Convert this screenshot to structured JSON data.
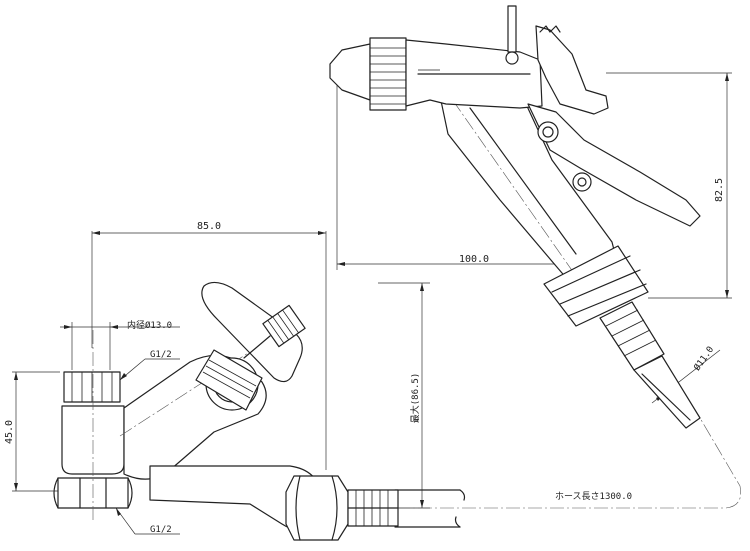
{
  "dimensions": {
    "width_85": "85.0",
    "inner_diameter": "内径Ø13.0",
    "thread_upper": "G1/2",
    "thread_lower": "G1/2",
    "height_45": "45.0",
    "max_865": "最大(86.5)",
    "width_100": "100.0",
    "height_825": "82.5",
    "diameter_11": "Ø11.0",
    "hose_length": "ホース長さ1300.0"
  }
}
